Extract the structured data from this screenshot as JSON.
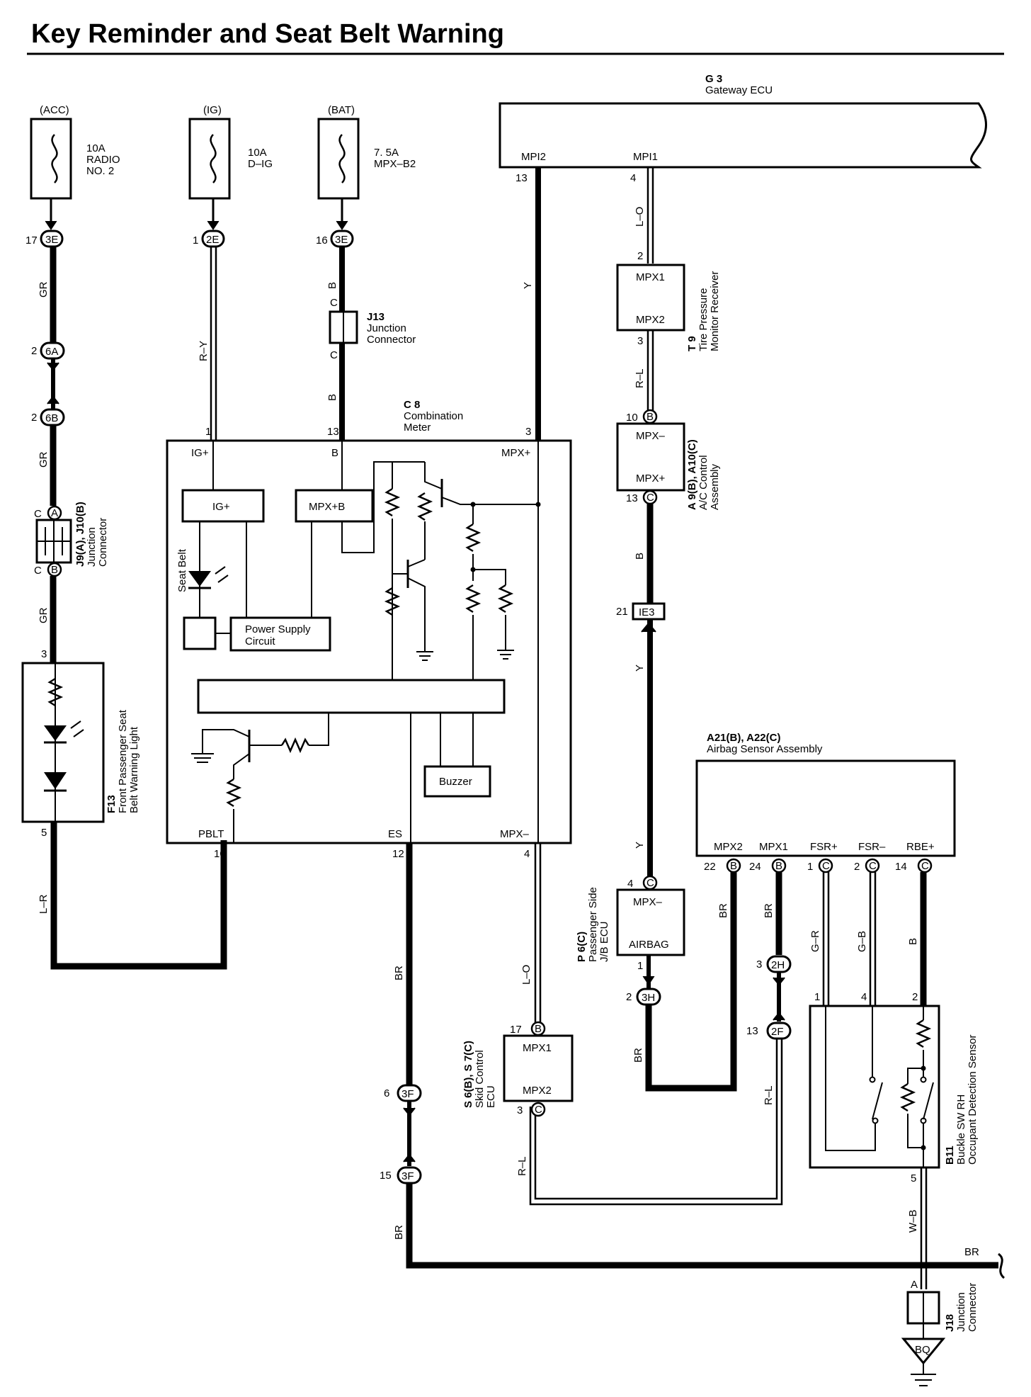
{
  "title": "Key Reminder and Seat Belt Warning",
  "fuses": [
    {
      "source": "(ACC)",
      "rating": "10A",
      "name_line1": "RADIO",
      "name_line2": "NO. 2",
      "pin": "17",
      "conn": "3E"
    },
    {
      "source": "(IG)",
      "rating": "10A",
      "name_line1": "D–IG",
      "name_line2": "",
      "pin": "1",
      "conn": "2E"
    },
    {
      "source": "(BAT)",
      "rating": "7. 5A",
      "name_line1": "MPX–B2",
      "name_line2": "",
      "pin": "16",
      "conn": "3E"
    }
  ],
  "gateway": {
    "id": "G 3",
    "name": "Gateway ECU",
    "pin_mpi2": "MPI2",
    "pin_mpi1": "MPI1",
    "num_mpi2": "13",
    "num_mpi1": "4"
  },
  "wires": {
    "gr": "GR",
    "ry": "R–Y",
    "b": "B",
    "y": "Y",
    "lo": "L–O",
    "rl": "R–L",
    "lr": "L–R",
    "br": "BR",
    "gr2": "G–R",
    "gb": "G–B",
    "wb": "W–B"
  },
  "connectors": {
    "c6A": "6A",
    "c6B": "6B",
    "cA": "A",
    "cB": "B",
    "cC": "C",
    "c2H": "2H",
    "c2F": "2F",
    "c3H": "3H",
    "c3F": "3F",
    "cIE3": "IE3"
  },
  "pins": {
    "p2": "2",
    "p3": "3",
    "p5": "5",
    "p1": "1",
    "p13": "13",
    "p10": "10",
    "p12": "12",
    "p4": "4",
    "p17": "17",
    "p6": "6",
    "p15": "15",
    "p21": "21",
    "p22": "22",
    "p24": "24",
    "p14": "14"
  },
  "j13": {
    "id": "J13",
    "name_line1": "Junction",
    "name_line2": "Connector",
    "pin_top": "C",
    "pin_bottom": "C"
  },
  "j9": {
    "id": "J9(A), J10(B)",
    "name_line1": "Junction",
    "name_line2": "Connector",
    "pin_top": "C",
    "pin_bottom": "C"
  },
  "f13": {
    "id": "F13",
    "name_line1": "Front Passenger Seat",
    "name_line2": "Belt Warning Light"
  },
  "meter": {
    "id": "C 8",
    "name_line1": "Combination",
    "name_line2": "Meter",
    "pin_ig": "IG+",
    "pin_b": "B",
    "pin_mpxp": "MPX+",
    "pin_pblt": "PBLT",
    "pin_es": "ES",
    "pin_mpxm": "MPX–",
    "box_ig": "IG+",
    "box_mpxb": "MPX+B",
    "seat_belt": "Seat Belt",
    "psu_line1": "Power Supply",
    "psu_line2": "Circuit",
    "buzzer": "Buzzer"
  },
  "tpms": {
    "id": "T 9",
    "name_line1": "Tire Pressure",
    "name_line2": "Monitor Receiver",
    "top": "MPX1",
    "bottom": "MPX2"
  },
  "ac": {
    "id": "A 9(B), A10(C)",
    "name_line1": "A/C Control",
    "name_line2": "Assembly",
    "top": "MPX–",
    "bottom": "MPX+"
  },
  "airbag": {
    "id": "A21(B), A22(C)",
    "name": "Airbag Sensor Assembly",
    "pins": [
      "MPX2",
      "MPX1",
      "FSR+",
      "FSR–",
      "RBE+"
    ]
  },
  "pjb": {
    "id": "P 6(C)",
    "name_line1": "Passenger Side",
    "name_line2": "J/B ECU",
    "top": "MPX–",
    "bottom": "AIRBAG"
  },
  "skid": {
    "id": "S 6(B), S 7(C)",
    "name_line1": "Skid Control",
    "name_line2": "ECU",
    "top": "MPX1",
    "bottom": "MPX2"
  },
  "b11": {
    "id": "B11",
    "name_line1": "Buckle SW RH",
    "name_line2": "Occupant Detection Sensor"
  },
  "j18": {
    "id": "J18",
    "name_line1": "Junction",
    "name_line2": "Connector",
    "pin": "A"
  },
  "ground": {
    "id": "BQ"
  }
}
